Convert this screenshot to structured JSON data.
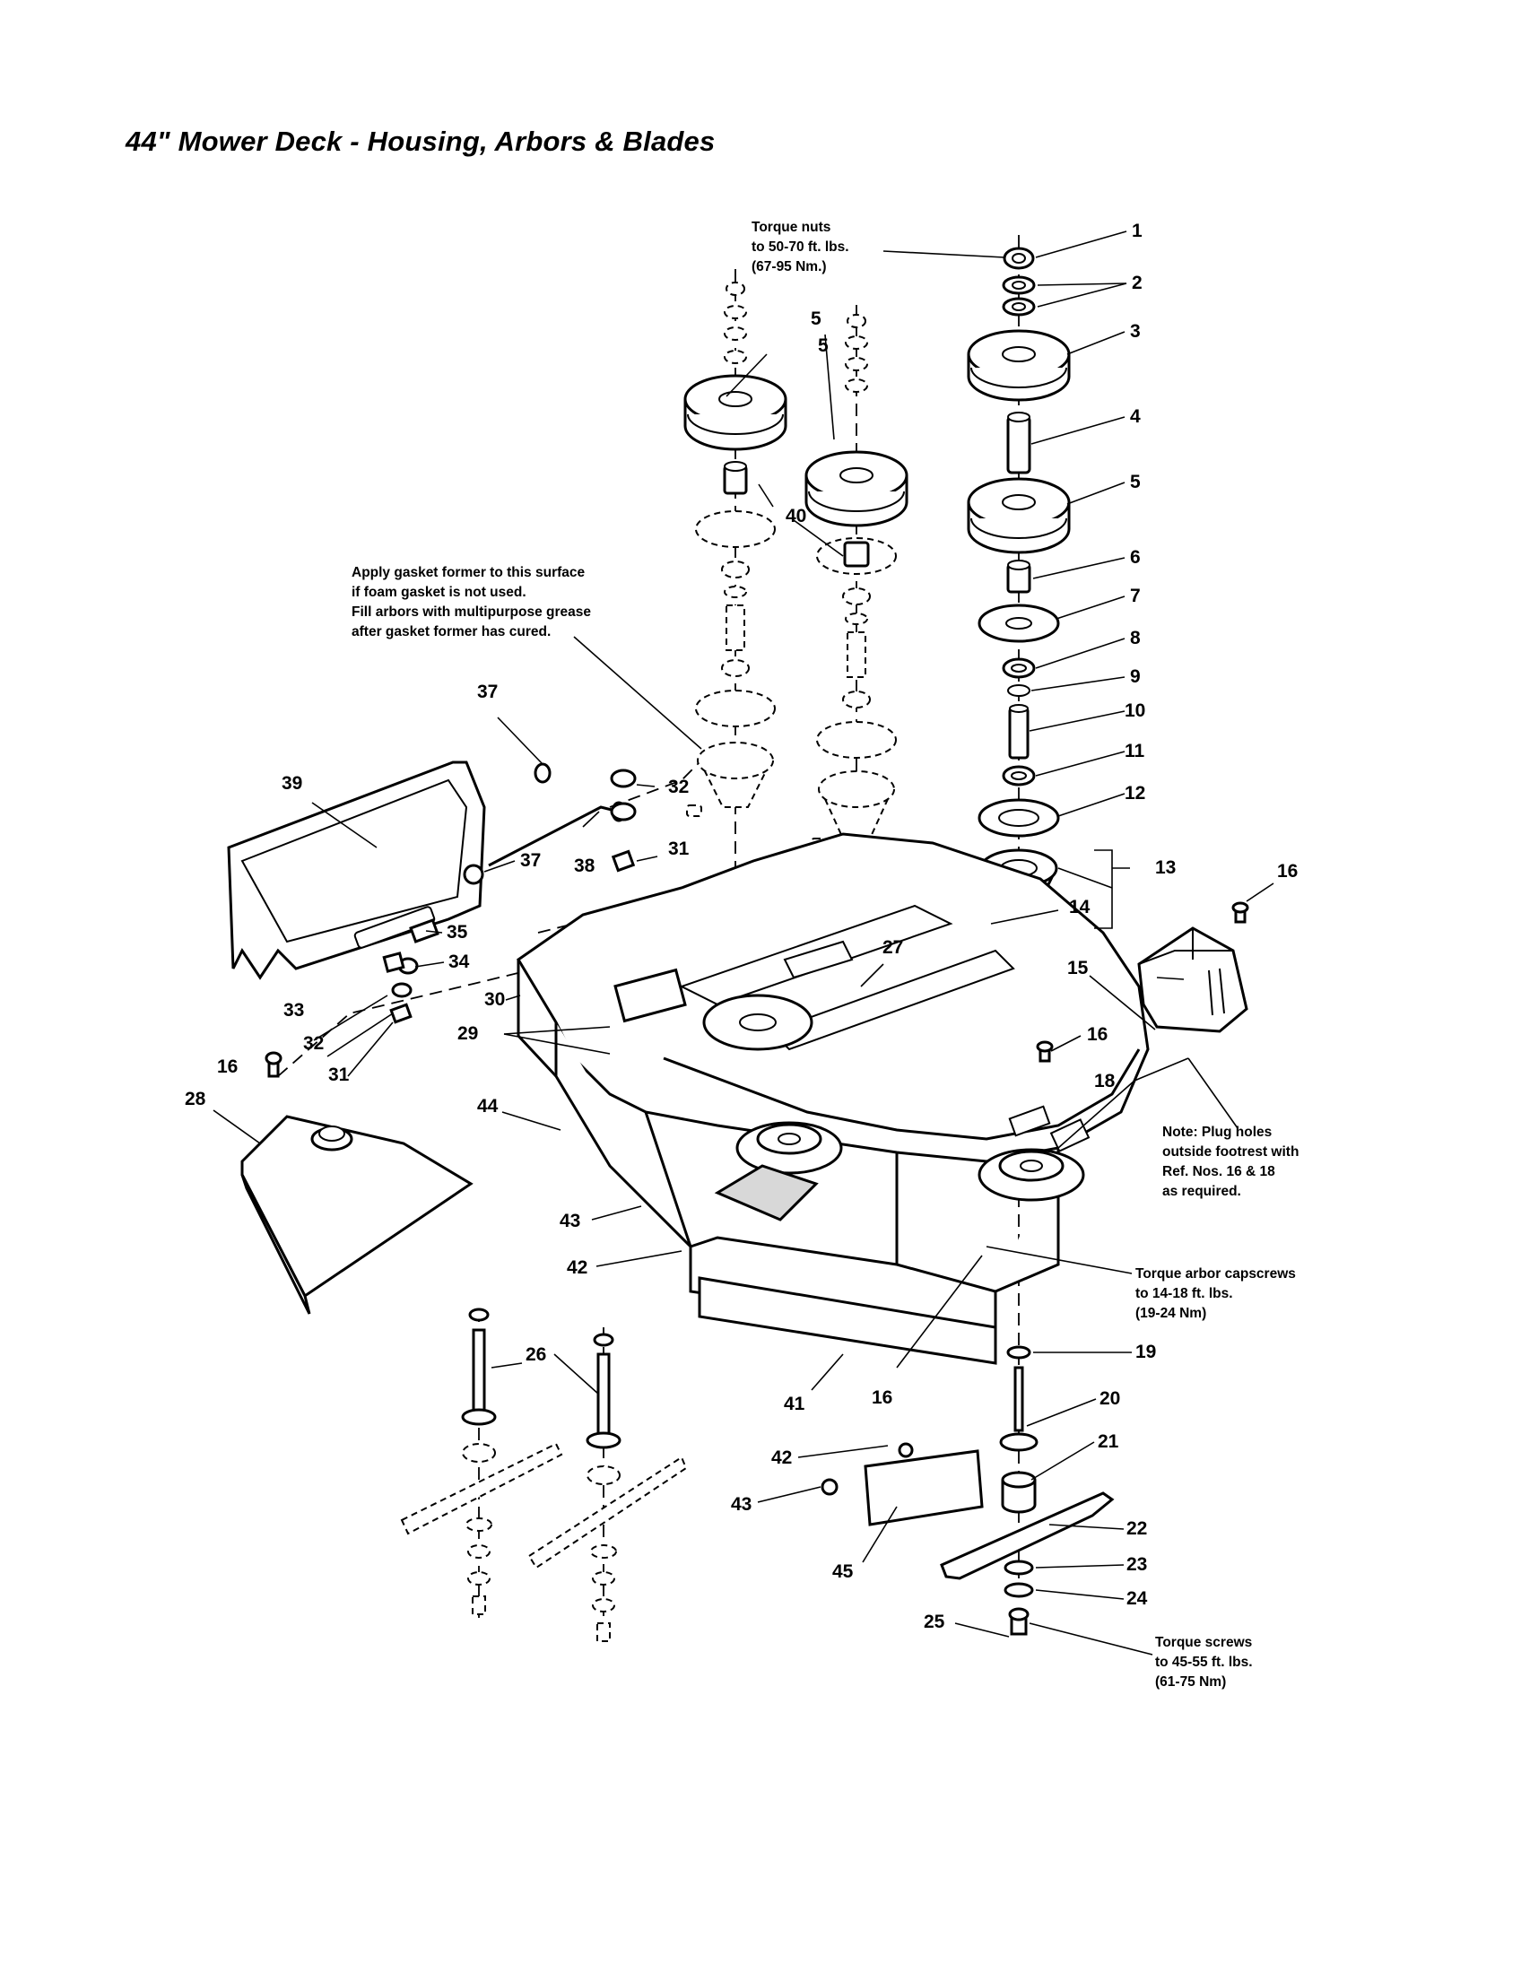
{
  "title": "44\" Mower Deck - Housing, Arbors & Blades",
  "notes": {
    "torque_nuts": [
      "Torque nuts",
      "to 50-70 ft. lbs.",
      "(67-95 Nm.)"
    ],
    "gasket": [
      "Apply gasket former to this surface",
      "if foam gasket is not used.",
      "Fill arbors with multipurpose grease",
      "after gasket former has cured."
    ],
    "plug_holes": [
      "Note: Plug holes",
      "outside footrest with",
      "Ref. Nos. 16 & 18",
      "as required."
    ],
    "torque_arbor": [
      "Torque arbor capscrews",
      "to 14-18 ft. lbs.",
      "(19-24 Nm)"
    ],
    "torque_screws": [
      "Torque screws",
      "to 45-55 ft. lbs.",
      "(61-75 Nm)"
    ]
  },
  "callouts": {
    "c1": "1",
    "c2": "2",
    "c3": "3",
    "c4": "4",
    "c5a": "5",
    "c5b": "5",
    "c5c": "5",
    "c6": "6",
    "c7": "7",
    "c8": "8",
    "c9": "9",
    "c10": "10",
    "c11": "11",
    "c12": "12",
    "c13": "13",
    "c14": "14",
    "c15": "15",
    "c16a": "16",
    "c16b": "16",
    "c16c": "16",
    "c16d": "16",
    "c18": "18",
    "c19": "19",
    "c20": "20",
    "c21": "21",
    "c22": "22",
    "c23": "23",
    "c24": "24",
    "c25": "25",
    "c26": "26",
    "c27": "27",
    "c28": "28",
    "c29": "29",
    "c30": "30",
    "c31a": "31",
    "c31b": "31",
    "c32a": "32",
    "c32b": "32",
    "c33": "33",
    "c34": "34",
    "c35": "35",
    "c37a": "37",
    "c37b": "37",
    "c38": "38",
    "c39": "39",
    "c40": "40",
    "c41": "41",
    "c42a": "42",
    "c42b": "42",
    "c43a": "43",
    "c43b": "43",
    "c44": "44",
    "c45": "45"
  }
}
